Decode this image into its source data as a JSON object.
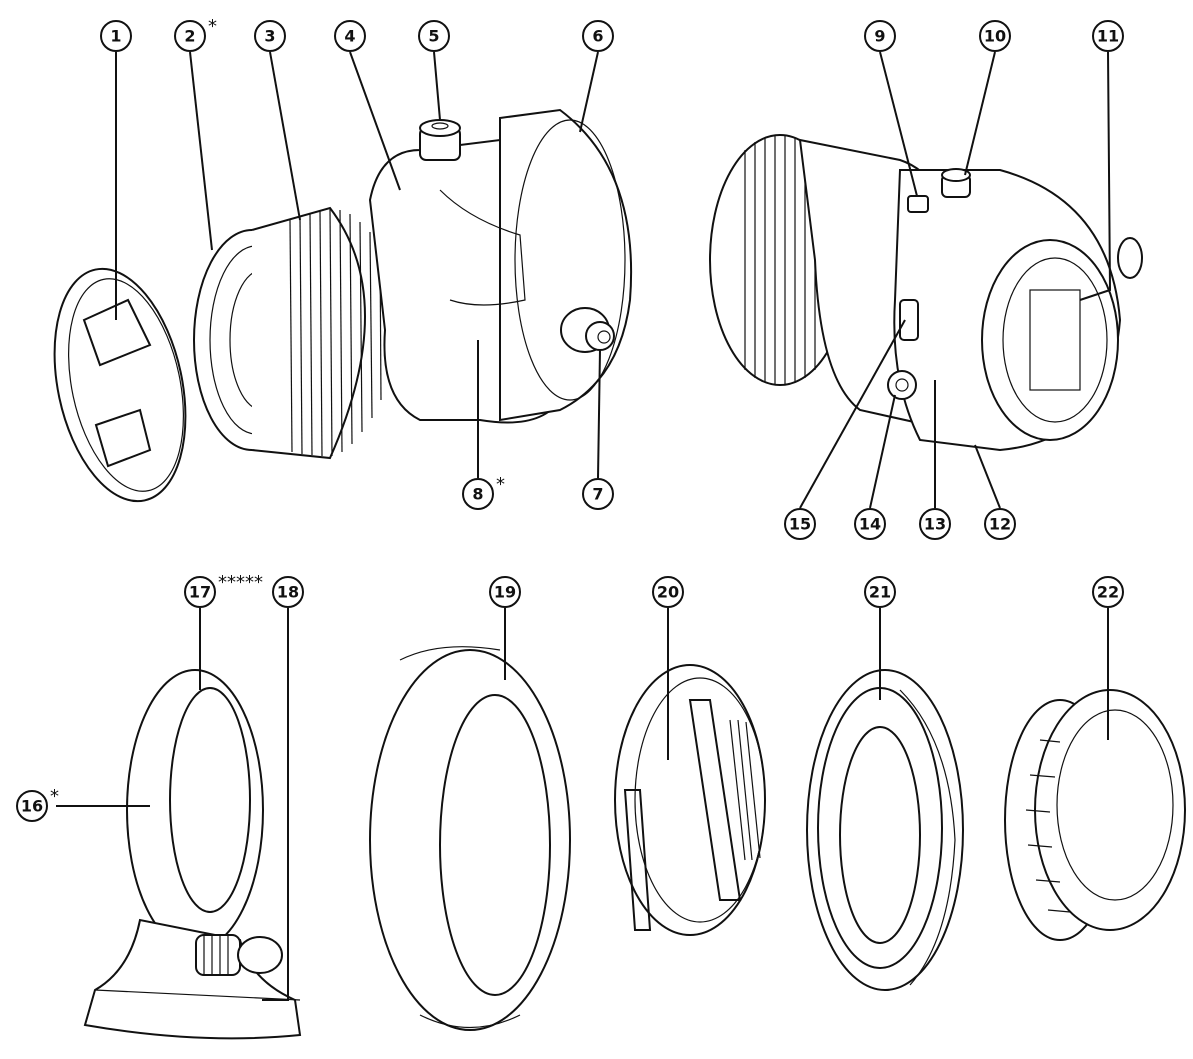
{
  "callouts": [
    {
      "id": "1",
      "label": "1",
      "star": ""
    },
    {
      "id": "2",
      "label": "2",
      "star": "*"
    },
    {
      "id": "3",
      "label": "3",
      "star": ""
    },
    {
      "id": "4",
      "label": "4",
      "star": ""
    },
    {
      "id": "5",
      "label": "5",
      "star": ""
    },
    {
      "id": "6",
      "label": "6",
      "star": ""
    },
    {
      "id": "7",
      "label": "7",
      "star": ""
    },
    {
      "id": "8",
      "label": "8",
      "star": "*"
    },
    {
      "id": "9",
      "label": "9",
      "star": ""
    },
    {
      "id": "10",
      "label": "10",
      "star": ""
    },
    {
      "id": "11",
      "label": "11",
      "star": ""
    },
    {
      "id": "12",
      "label": "12",
      "star": ""
    },
    {
      "id": "13",
      "label": "13",
      "star": ""
    },
    {
      "id": "14",
      "label": "14",
      "star": ""
    },
    {
      "id": "15",
      "label": "15",
      "star": ""
    },
    {
      "id": "16",
      "label": "16",
      "star": "*"
    },
    {
      "id": "17",
      "label": "17",
      "star": "*****"
    },
    {
      "id": "18",
      "label": "18",
      "star": ""
    },
    {
      "id": "19",
      "label": "19",
      "star": ""
    },
    {
      "id": "20",
      "label": "20",
      "star": ""
    },
    {
      "id": "21",
      "label": "21",
      "star": ""
    },
    {
      "id": "22",
      "label": "22",
      "star": ""
    }
  ],
  "colors": {
    "ink": "#111111",
    "paper": "#ffffff"
  }
}
